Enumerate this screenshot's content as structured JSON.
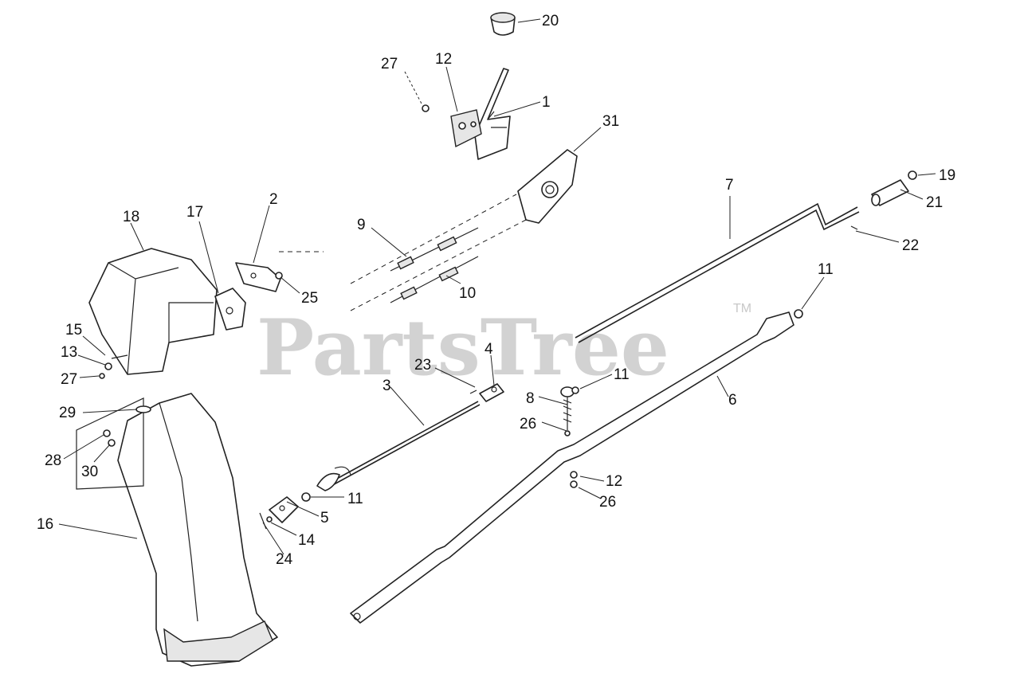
{
  "watermark": {
    "text": "PartsTree",
    "trademark": "TM"
  },
  "callouts": {
    "c20": "20",
    "c27a": "27",
    "c12a": "12",
    "c1": "1",
    "c31": "31",
    "c19": "19",
    "c21": "21",
    "c22": "22",
    "c7": "7",
    "c18": "18",
    "c17": "17",
    "c2": "2",
    "c25": "25",
    "c9": "9",
    "c10": "10",
    "c11a": "11",
    "c6": "6",
    "c15": "15",
    "c13": "13",
    "c27b": "27",
    "c4": "4",
    "c23": "23",
    "c3": "3",
    "c11b": "11",
    "c8": "8",
    "c26a": "26",
    "c29": "29",
    "c28": "28",
    "c30": "30",
    "c11c": "11",
    "c5": "5",
    "c14": "14",
    "c24": "24",
    "c12b": "12",
    "c26b": "26",
    "c16": "16"
  }
}
